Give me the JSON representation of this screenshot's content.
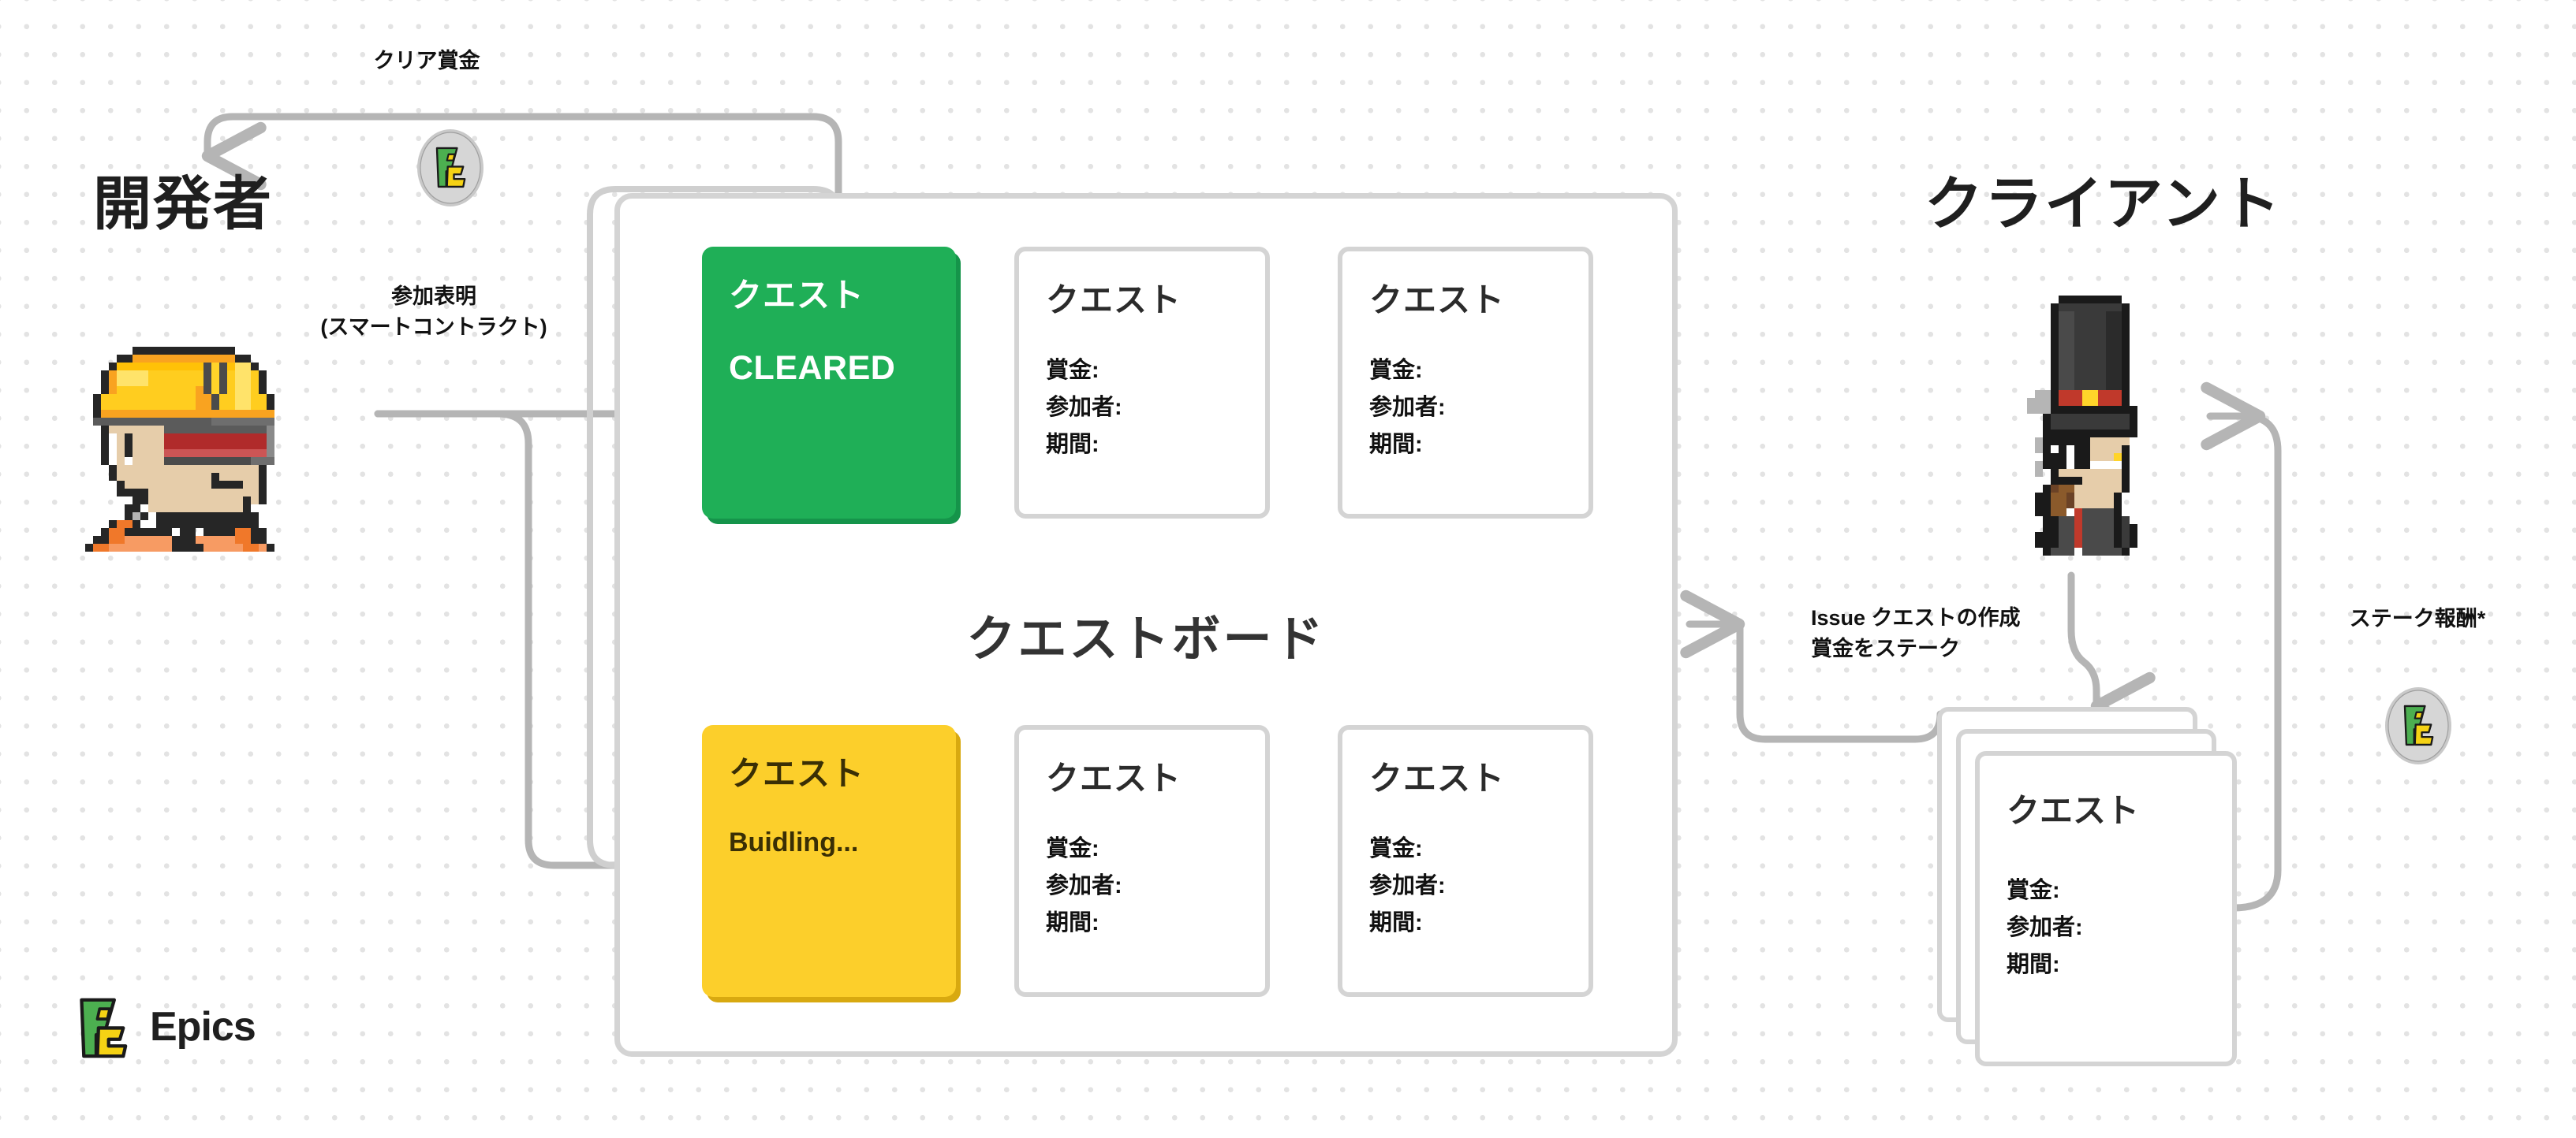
{
  "diagram": {
    "title_developer": "開発者",
    "title_client": "クライアント",
    "board_title": "クエストボード"
  },
  "flows": {
    "clear_reward": "クリア賞金",
    "join_line1": "参加表明",
    "join_line2": "(スマートコントラクト)",
    "issue_line1": "Issue クエストの作成",
    "issue_line2": "賞金をステーク",
    "stake_reward": "ステーク報酬*"
  },
  "cards": {
    "quest_label": "クエスト",
    "meta": {
      "reward": "賞金:",
      "participants": "参加者:",
      "period": "期間:"
    },
    "status_cleared": "CLEARED",
    "status_building": "Buidling...",
    "top_row": [
      {
        "variant": "green",
        "title": "クエスト",
        "status": "CLEARED"
      },
      {
        "variant": "white",
        "title": "クエスト"
      },
      {
        "variant": "white",
        "title": "クエスト"
      }
    ],
    "bottom_row": [
      {
        "variant": "yellow",
        "title": "クエスト",
        "status": "Buidling..."
      },
      {
        "variant": "white",
        "title": "クエスト"
      },
      {
        "variant": "white",
        "title": "クエスト"
      }
    ],
    "client_stack": {
      "title": "クエスト"
    }
  },
  "brand": {
    "name": "Epics",
    "logo": "epics-logo-icon"
  },
  "icons": {
    "developer": "developer-pixel-avatar",
    "client": "client-pixel-avatar",
    "token": "epics-token-coin-icon"
  },
  "colors": {
    "green": "#1faf57",
    "green_shadow": "#15944a",
    "yellow": "#fccf2b",
    "yellow_shadow": "#d8a910",
    "border_gray": "#d4d4d4",
    "arrow_gray": "#b5b5b5",
    "text_dark": "#1f1f1f",
    "board_title": "#333333",
    "dot_grid": "#e3e3e3",
    "logo_green": "#4caf50",
    "logo_yellow": "#f5d214"
  }
}
